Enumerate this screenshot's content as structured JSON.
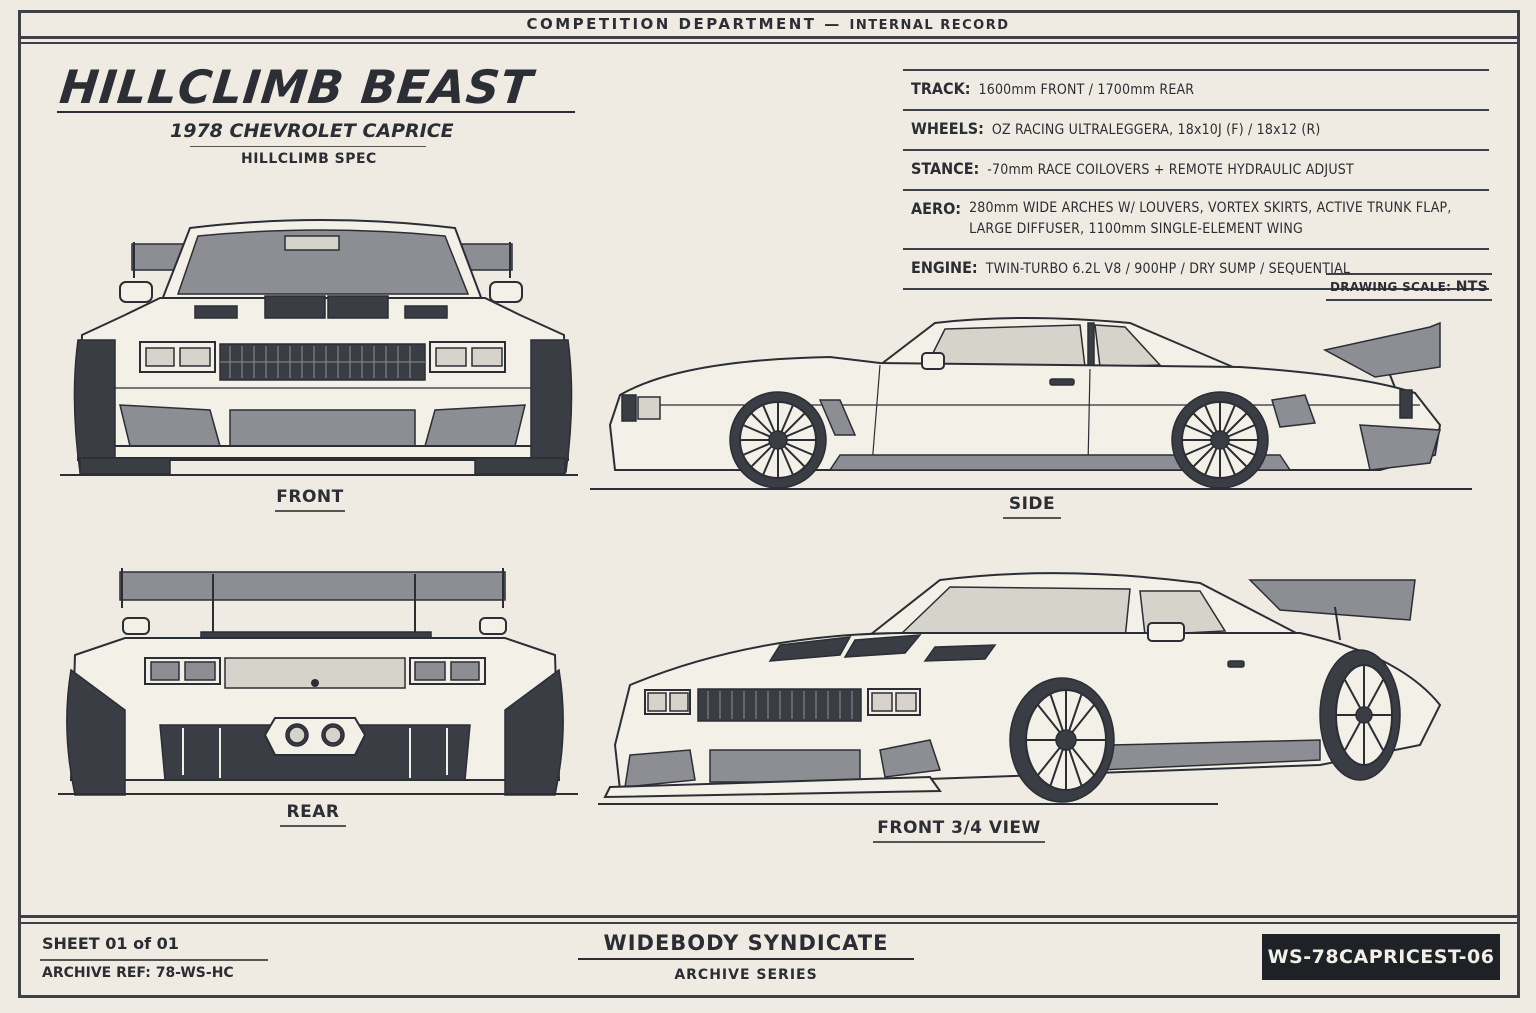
{
  "header": {
    "department": "COMPETITION DEPARTMENT",
    "separator": "—",
    "record": "INTERNAL RECORD"
  },
  "title": {
    "main": "HILLCLIMB BEAST",
    "model": "1978 CHEVROLET CAPRICE",
    "spec": "HILLCLIMB SPEC"
  },
  "specs": [
    {
      "key": "TRACK:",
      "value": "1600mm FRONT / 1700mm REAR"
    },
    {
      "key": "WHEELS:",
      "value": "OZ RACING ULTRALEGGERA, 18x10J (F) / 18x12 (R)"
    },
    {
      "key": "STANCE:",
      "value": "-70mm RACE COILOVERS + REMOTE HYDRAULIC ADJUST"
    },
    {
      "key": "AERO:",
      "value": "280mm WIDE ARCHES W/ LOUVERS, VORTEX SKIRTS, ACTIVE TRUNK FLAP, LARGE DIFFUSER, 1100mm SINGLE-ELEMENT WING"
    },
    {
      "key": "ENGINE:",
      "value": "TWIN-TURBO 6.2L V8 / 900HP / DRY SUMP / SEQUENTIAL"
    }
  ],
  "scale": {
    "label": "DRAWING SCALE:",
    "value": "NTS"
  },
  "views": {
    "front": "FRONT",
    "side": "SIDE",
    "rear": "REAR",
    "three_quarter": "FRONT 3/4 VIEW"
  },
  "footer": {
    "sheet": "SHEET 01 of 01",
    "archive_ref": "ARCHIVE REF: 78-WS-HC",
    "brand": "WIDEBODY SYNDICATE",
    "series": "ARCHIVE SERIES",
    "code": "WS-78CAPRICEST-06"
  },
  "colors": {
    "paper": "#efebe2",
    "ink": "#2b2e34",
    "code_badge": "#1e2126"
  }
}
